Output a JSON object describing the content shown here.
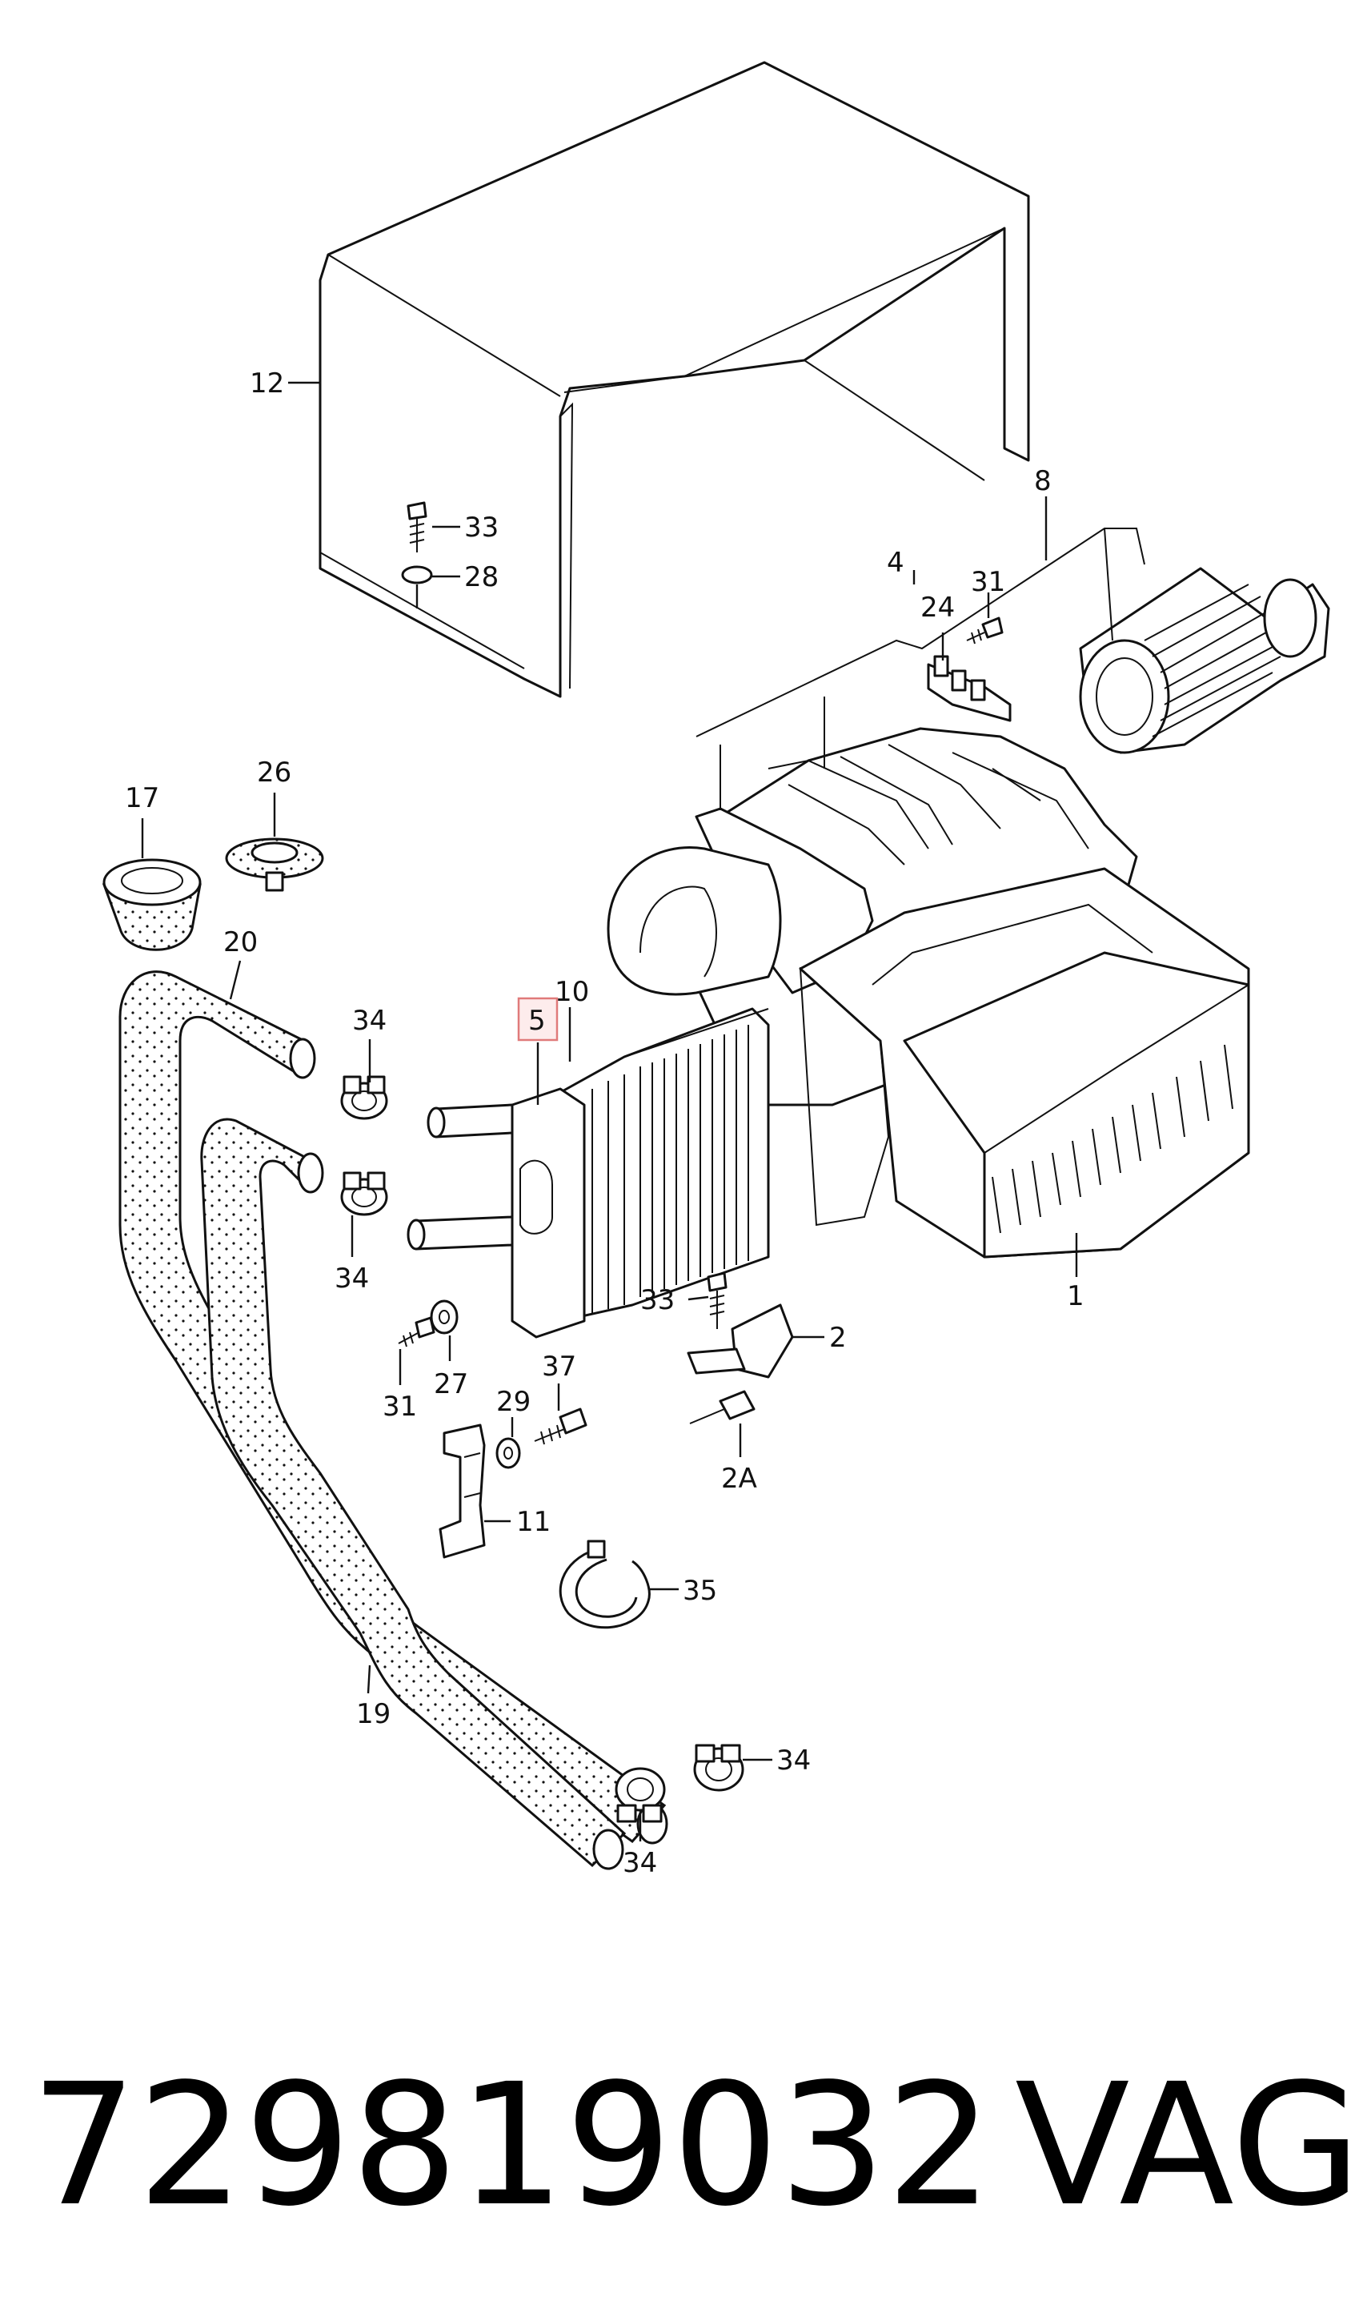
{
  "callouts": {
    "c12": "12",
    "c33a": "33",
    "c28": "28",
    "c8": "8",
    "c4": "4",
    "c31a": "31",
    "c24": "24",
    "c17": "17",
    "c26": "26",
    "c20": "20",
    "c10": "10",
    "c5": "5",
    "c34a": "34",
    "c34b": "34",
    "c1": "1",
    "c33b": "33",
    "c2": "2",
    "c27": "27",
    "c31b": "31",
    "c37": "37",
    "c29": "29",
    "c2a": "2A",
    "c11": "11",
    "c35": "35",
    "c19": "19",
    "c34c": "34",
    "c34d": "34"
  },
  "footer": {
    "part_number": "729819032",
    "brand": "VAG"
  }
}
